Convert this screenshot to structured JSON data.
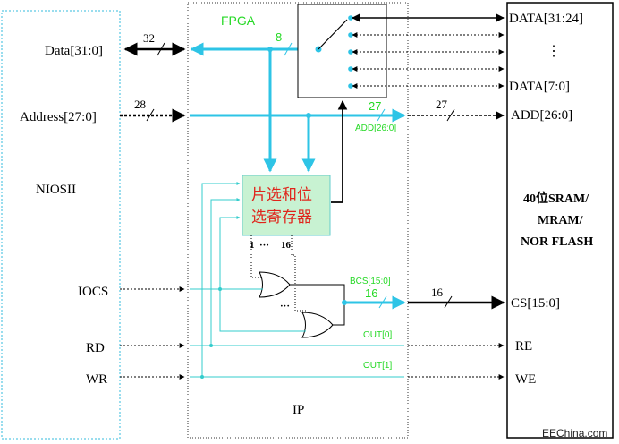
{
  "nios": {
    "title": "NIOSII",
    "ports": {
      "data": "Data[31:0]",
      "address": "Address[27:0]",
      "iocs": "IOCS",
      "rd": "RD",
      "wr": "WR"
    }
  },
  "fpga": {
    "title": "FPGA",
    "ip_label": "IP",
    "bus_width_data_nios": "32",
    "bus_width_data_inner": "8",
    "bus_width_address_in": "28",
    "bus_width_add_out": "27",
    "add_signal_label": "ADD[26:0]",
    "register_block": {
      "line1": "片选和位",
      "line2": "选寄存器"
    },
    "reg_outputs": {
      "first": "1",
      "dots": "···",
      "last": "16"
    },
    "gate_dots": "···",
    "bcs_label": "BCS[15:0]",
    "bcs_width": "16",
    "out0_label": "OUT[0]",
    "out1_label": "OUT[1]"
  },
  "memory": {
    "title_line1": "40位SRAM/",
    "title_line2": "MRAM/",
    "title_line3": "NOR FLASH",
    "ports": {
      "data_high": "DATA[31:24]",
      "data_dots": "⋮",
      "data_low": "DATA[7:0]",
      "add": "ADD[26:0]",
      "cs": "CS[15:0]",
      "re": "RE",
      "we": "WE"
    },
    "width_add": "27",
    "width_cs": "16"
  },
  "watermark": "EEChina.com",
  "colors": {
    "cyan": "#33cccc",
    "bus_cyan": "#2ec4e6",
    "green_text": "#26d926",
    "red_text": "#e0241b",
    "register_fill": "#c8f2d2",
    "box_border": "#66cccc"
  }
}
